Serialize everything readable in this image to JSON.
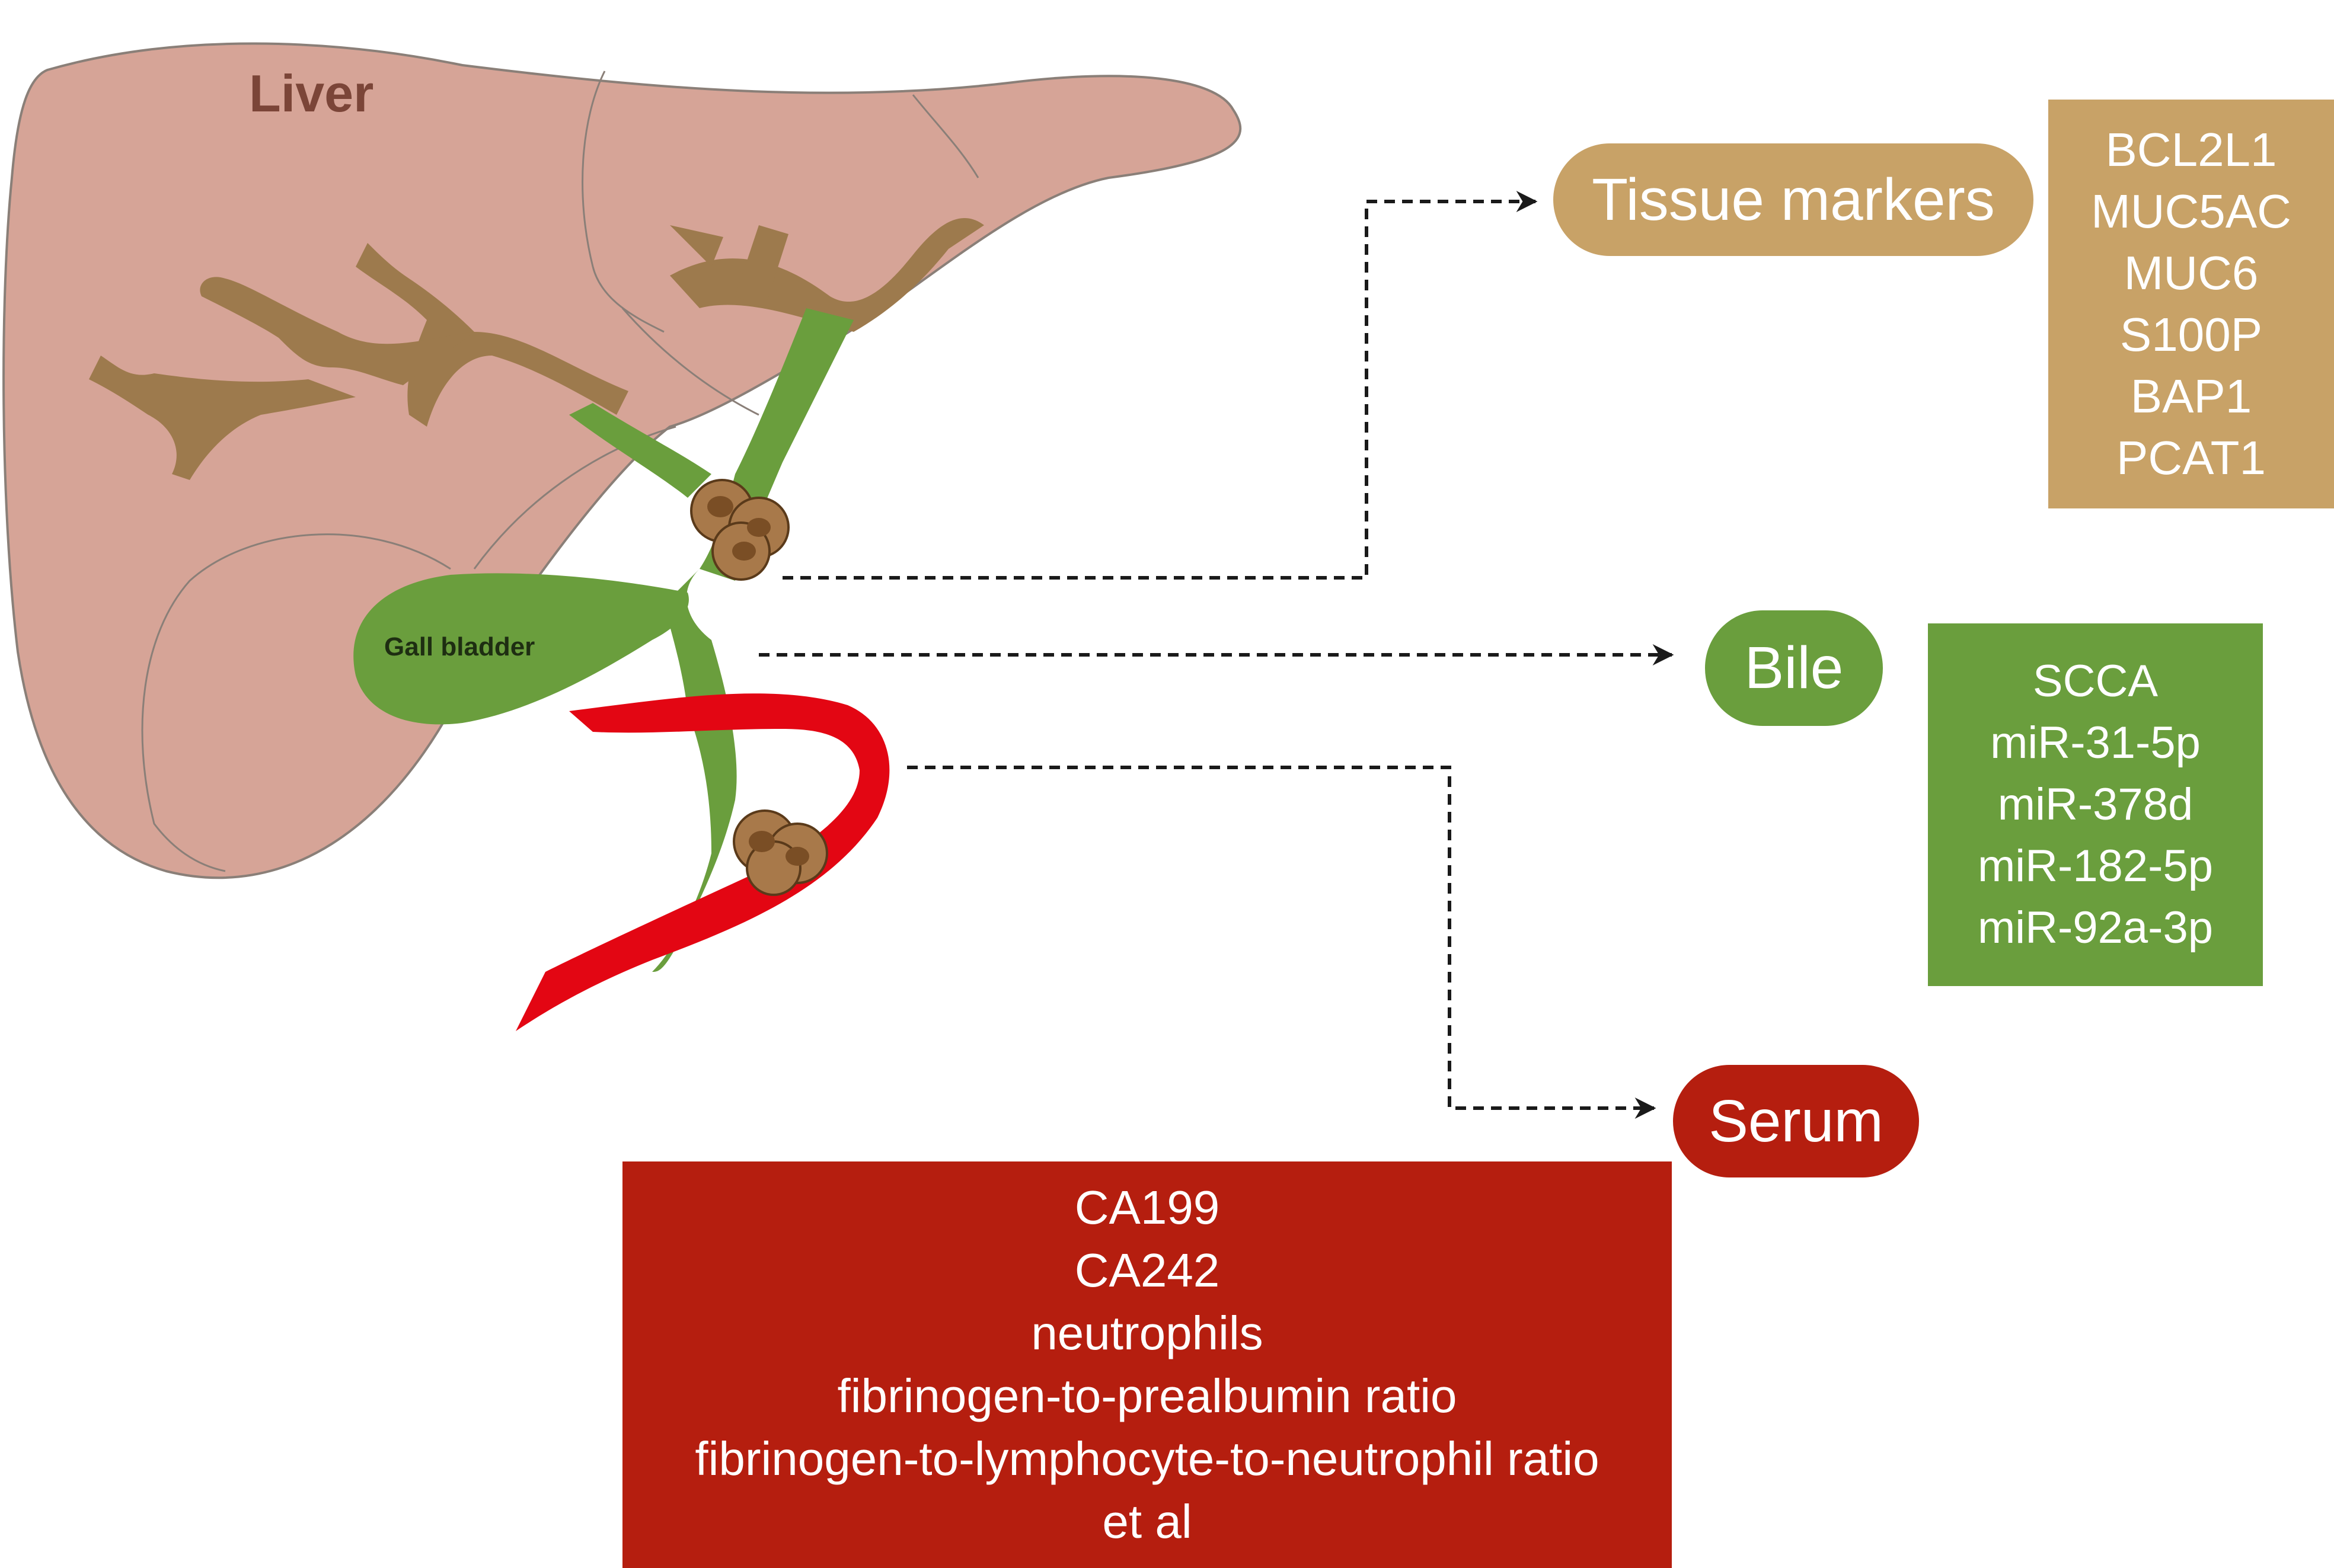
{
  "labels": {
    "liver": "Liver",
    "gall_bladder": "Gall bladder",
    "tissue": "Tissue markers",
    "bile": "Bile",
    "serum": "Serum"
  },
  "markers": {
    "tissue": [
      "BCL2L1",
      "MUC5AC",
      "MUC6",
      "S100P",
      "BAP1",
      "PCAT1"
    ],
    "bile": [
      "SCCA",
      "miR-31-5p",
      "miR-378d",
      "miR-182-5p",
      "miR-92a-3p"
    ],
    "serum": [
      "CA199",
      "CA242",
      "neutrophils",
      "fibrinogen-to-prealbumin ratio",
      "fibrinogen-to-lymphocyte-to-neutrophil ratio",
      "et al"
    ]
  },
  "colors": {
    "liver": "#d6a497",
    "duct_brown": "#9d7a4d",
    "bile_green": "#6a9e3d",
    "vessel_red": "#e30613",
    "tissue_tan": "#c8a267",
    "serum_red": "#b51e0f",
    "tumor": "#a8794a"
  }
}
